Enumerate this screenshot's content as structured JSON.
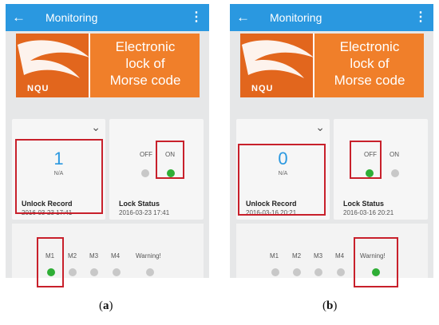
{
  "colors": {
    "appbar": "#2a98e0",
    "logo_orange": "#f07f2a",
    "dot_active": "#2fae36",
    "dot_inactive": "#c8c8c8",
    "highlight": "#c8202b",
    "number": "#2a98e0"
  },
  "icons": {
    "back": "←",
    "menu": "⋮",
    "chevron": "⌄"
  },
  "screens": [
    {
      "app_title": "Monitoring",
      "logo": {
        "brand": "NQU",
        "line1": "Electronic",
        "line2": "lock of",
        "line3": "Morse code"
      },
      "unlock_record": {
        "value": "1",
        "sub": "N/A",
        "label": "Unlock Record",
        "date": "2016-03-23 17:41"
      },
      "lock_status": {
        "off_label": "OFF",
        "on_label": "ON",
        "state": "ON",
        "label": "Lock Status",
        "date": "2016-03-23 17:41"
      },
      "modules": [
        "M1",
        "M2",
        "M3",
        "M4",
        "Warning!"
      ],
      "active_module": "M1",
      "caption": {
        "open": "(",
        "letter": "a",
        "close": ")"
      }
    },
    {
      "app_title": "Monitoring",
      "logo": {
        "brand": "NQU",
        "line1": "Electronic",
        "line2": "lock of",
        "line3": "Morse code"
      },
      "unlock_record": {
        "value": "0",
        "sub": "N/A",
        "label": "Unlock Record",
        "date": "2016-03-16 20:21"
      },
      "lock_status": {
        "off_label": "OFF",
        "on_label": "ON",
        "state": "OFF",
        "label": "Lock Status",
        "date": "2016-03-16 20:21"
      },
      "modules": [
        "M1",
        "M2",
        "M3",
        "M4",
        "Warning!"
      ],
      "active_module": "Warning!",
      "caption": {
        "open": "(",
        "letter": "b",
        "close": ")"
      }
    }
  ]
}
